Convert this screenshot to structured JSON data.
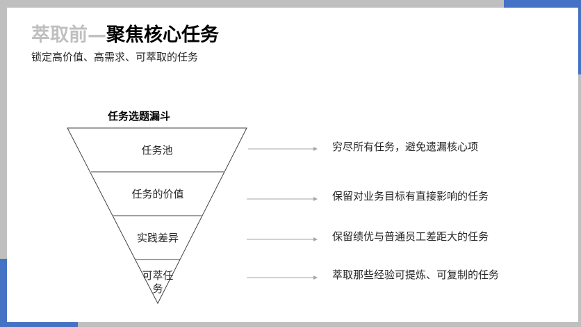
{
  "colors": {
    "frame_gray": "#bfbfbf",
    "accent_blue": "#4472c4",
    "arrow_gray": "#a6a6a6",
    "line": "#404040"
  },
  "header": {
    "title_prefix": "萃取前—",
    "title_main": "聚焦核心任务",
    "subtitle": "锁定高价值、高需求、可萃取的任务"
  },
  "funnel": {
    "title": "任务选题漏斗",
    "stages": [
      {
        "label": "任务池",
        "description": "穷尽所有任务，避免遗漏核心项"
      },
      {
        "label": "任务的价值",
        "description": "保留对业务目标有直接影响的任务"
      },
      {
        "label": "实践差异",
        "description": "保留绩优与普通员工差距大的任务"
      },
      {
        "label_line1": "可萃任",
        "label_line2": "务",
        "description": "萃取那些经验可提炼、可复制的任务"
      }
    ]
  }
}
